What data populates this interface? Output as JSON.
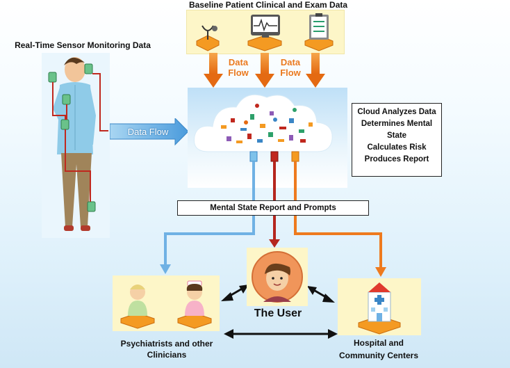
{
  "titles": {
    "baseline": "Baseline Patient Clinical and Exam Data",
    "sensor": "Real-Time Sensor Monitoring Data"
  },
  "flows": {
    "left": [
      "Data",
      "Flow"
    ],
    "right": [
      "Data",
      "Flow"
    ],
    "side": "Data Flow"
  },
  "cloud_box": {
    "line1": "Cloud Analyzes Data",
    "line2": "Determines Mental",
    "line3": "State",
    "line4": "Calculates Risk",
    "line5": "Produces Report"
  },
  "report_bar": "Mental State Report and Prompts",
  "user_label": "The User",
  "clinicians_label": [
    "Psychiatrists and other",
    "Clinicians"
  ],
  "hospital_label": [
    "Hospital and",
    "Community Centers"
  ],
  "colors": {
    "orange": "#ee7a1e",
    "blue": "#6fb1e4",
    "red": "#b5261e",
    "panel": "#fdf6c8",
    "cloud_blue": "#bfe0f7"
  }
}
